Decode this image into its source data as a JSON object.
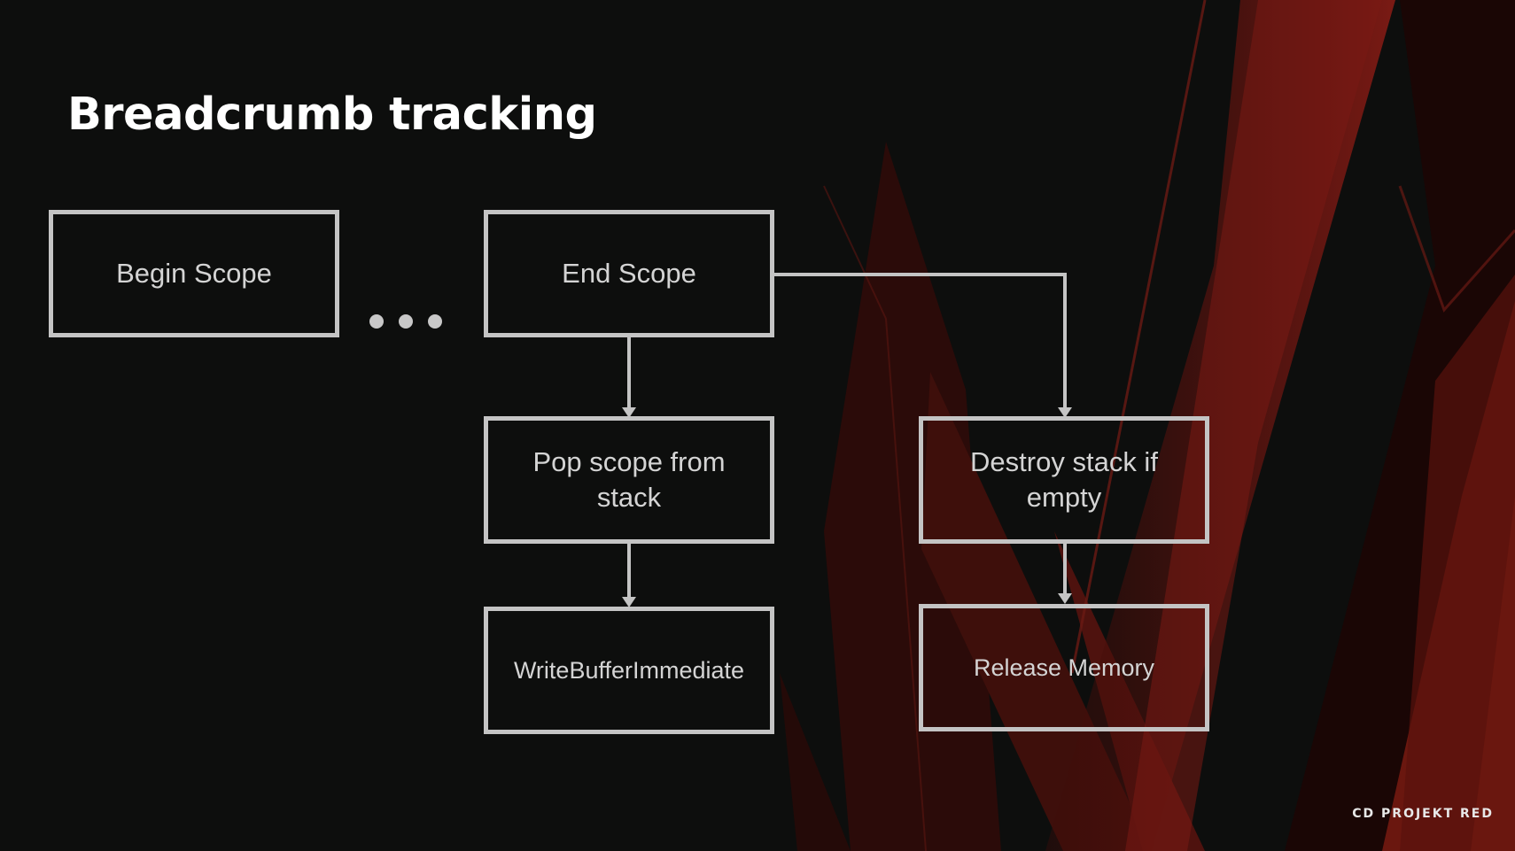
{
  "slide": {
    "title": "Breadcrumb tracking",
    "logo_text": "CD PROJEKT RED"
  },
  "nodes": {
    "begin_scope": "Begin Scope",
    "end_scope": "End Scope",
    "pop_scope": "Pop scope from stack",
    "write_buffer": "WriteBufferImmediate",
    "destroy_stack": "Destroy stack if empty",
    "release_memory": "Release Memory"
  },
  "colors": {
    "background": "#0d0e0d",
    "accent_red": "#7a1a14",
    "box_border": "#c4c4c4",
    "text": "#d4d4d4",
    "title": "#ffffff"
  }
}
